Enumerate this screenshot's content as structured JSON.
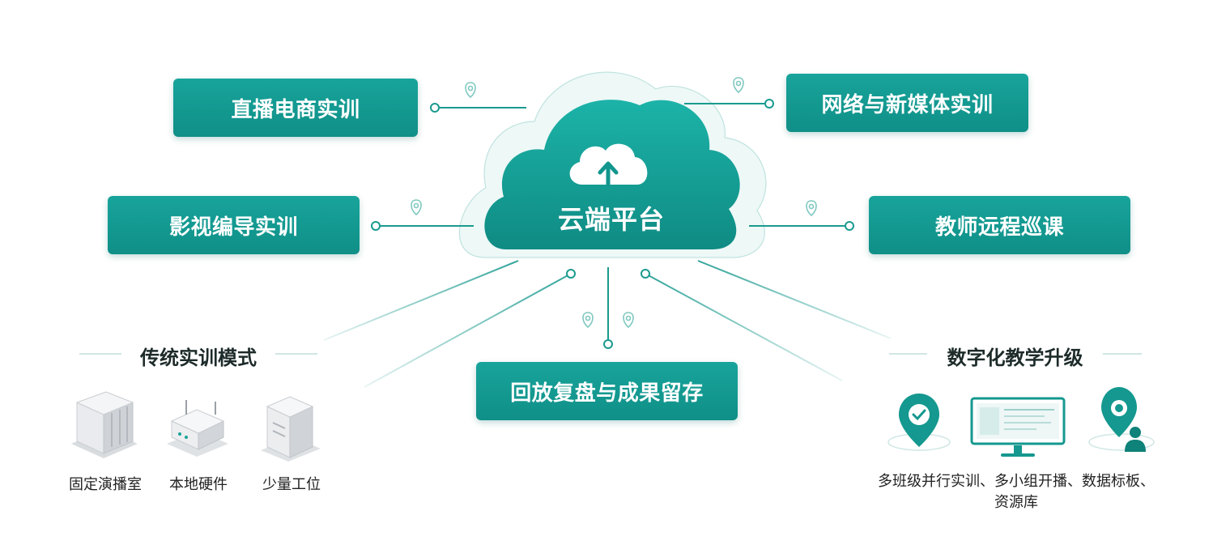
{
  "center": {
    "title": "云端平台",
    "icon": "cloud-upload-icon"
  },
  "nodes": {
    "live_ecommerce": "直播电商实训",
    "network_media": "网络与新媒体实训",
    "film_direction": "影视编导实训",
    "teacher_inspection": "教师远程巡课",
    "replay_results": "回放复盘与成果留存"
  },
  "traditional": {
    "title": "传统实训模式",
    "items": [
      "固定演播室",
      "本地硬件",
      "少量工位"
    ]
  },
  "digital": {
    "title": "数字化教学升级",
    "description_line1": "多班级并行实训、多小组开播、数据标板、",
    "description_line2": "资源库"
  },
  "colors": {
    "primary": "#13998f",
    "line": "#1a9a8f",
    "accent_light": "#e4f4f2"
  }
}
